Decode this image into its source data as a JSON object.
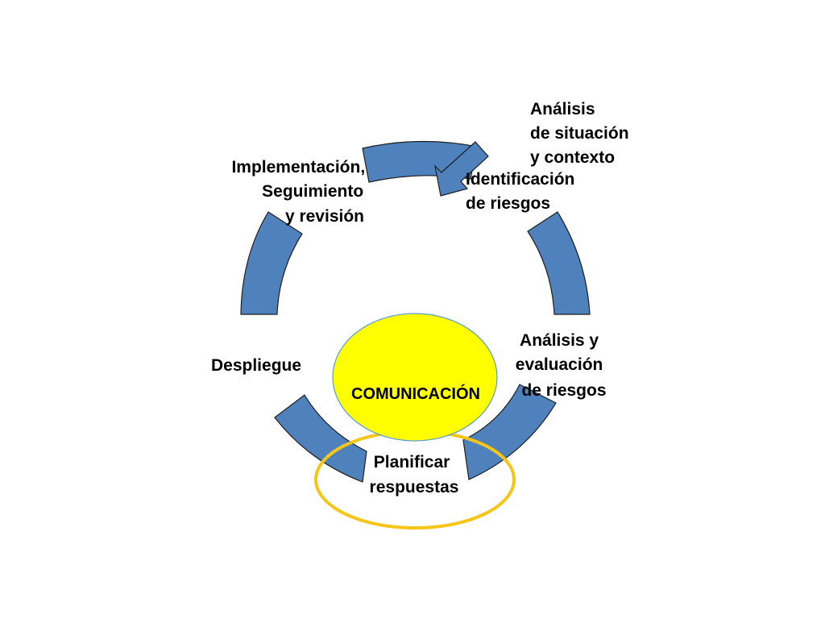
{
  "diagram": {
    "center_label": "COMUNICACIÓN",
    "steps": {
      "context": {
        "line1": "Análisis",
        "line2": "de situación",
        "line3": "y contexto"
      },
      "identification": {
        "line1": "Identificación",
        "line2": "de riesgos"
      },
      "evaluation": {
        "line1": "Análisis y",
        "line2": "evaluación",
        "line3": "de riesgos"
      },
      "planning": {
        "line1": "Planificar",
        "line2": "respuestas"
      },
      "deployment": {
        "line1": "Despliegue"
      },
      "implementation": {
        "line1": "Implementación,",
        "line2": "Seguimiento",
        "line3": "y revisión"
      }
    },
    "colors": {
      "arc_fill": "#4f81bd",
      "arc_stroke": "#1f1f1f",
      "center_fill": "#ffff00",
      "center_stroke": "#5b9bd5",
      "highlight_ring": "#f5c518",
      "background": "#ffffff"
    }
  }
}
